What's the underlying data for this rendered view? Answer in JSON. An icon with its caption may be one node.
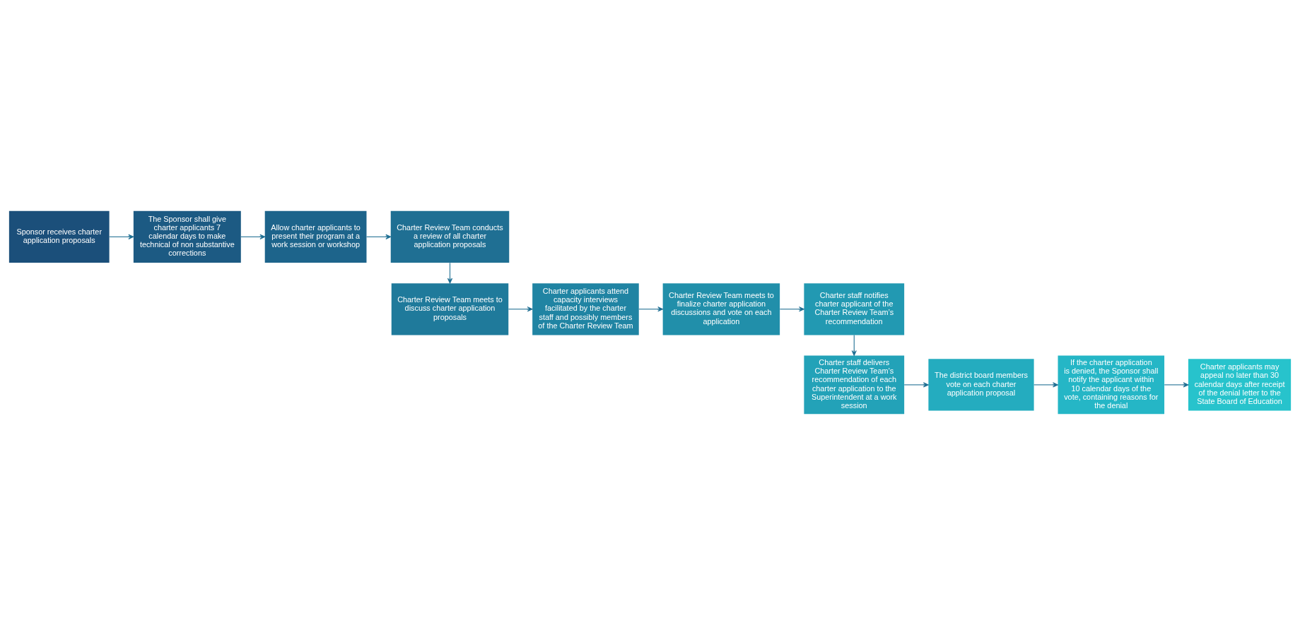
{
  "diagram": {
    "nodes": [
      {
        "text": [
          "Sponsor receives charter application proposals"
        ]
      },
      {
        "text": [
          "The Sponsor shall give charter applicants 7 calendar days to make technical of non substantive corrections"
        ]
      },
      {
        "text": [
          "Allow charter applicants to present their program at a work session or workshop"
        ]
      },
      {
        "text": [
          "Charter Review Team conducts a review of all charter application proposals"
        ]
      },
      {
        "text": [
          "Charter Review Team meets to discuss charter application proposals"
        ]
      },
      {
        "text": [
          "Charter applicants attend capacity interviews facilitated by the charter staff and possibly members of the Charter Review Team"
        ]
      },
      {
        "text": [
          "Charter Review Team meets to finalize charter application discussions and vote on each application"
        ]
      },
      {
        "text": [
          "Charter staff notifies charter applicant of the Charter Review Team’s recommendation"
        ]
      },
      {
        "text": [
          "Charter staff delivers Charter Review Team’s recommendation of each charter application to the Superintendent at a work session"
        ]
      },
      {
        "text": [
          "The district board members vote on each charter application proposal"
        ]
      },
      {
        "text": [
          "If the charter application is denied, the Sponsor shall notify the applicant within 10 calendar days of the vote, containing reasons for the denial"
        ]
      },
      {
        "text": [
          "Charter applicants may appeal no later than 30 calendar days after receipt of the denial letter to the State Board of Education"
        ]
      }
    ],
    "edges": [
      {
        "from": 0,
        "to": 1,
        "arrow": "to"
      },
      {
        "from": 1,
        "to": 2,
        "arrow": "to"
      },
      {
        "from": 2,
        "to": 3,
        "arrow": "to"
      },
      {
        "from": 3,
        "to": 4,
        "arrow": "to"
      },
      {
        "from": 4,
        "to": 5,
        "arrow": "to"
      },
      {
        "from": 5,
        "to": 6,
        "arrow": "to"
      },
      {
        "from": 6,
        "to": 7,
        "arrow": "to"
      },
      {
        "from": 7,
        "to": 8,
        "arrow": "to"
      },
      {
        "from": 8,
        "to": 9,
        "arrow": "to"
      },
      {
        "from": 9,
        "to": 10,
        "arrow": "to"
      },
      {
        "from": 10,
        "to": 11,
        "arrow": "to"
      }
    ]
  }
}
